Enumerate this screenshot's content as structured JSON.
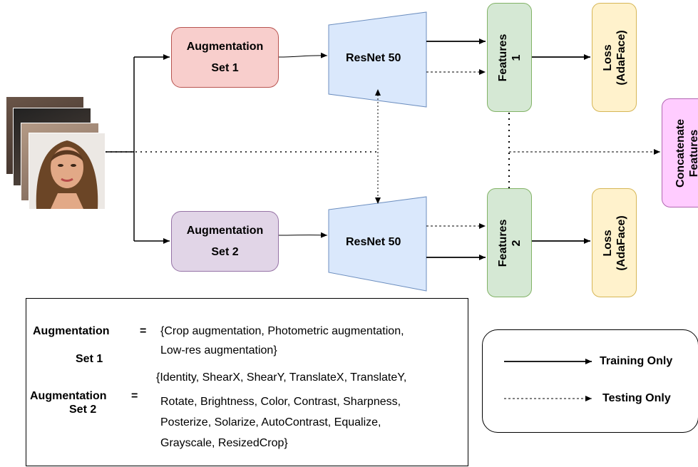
{
  "pipeline": {
    "aug1": {
      "line1": "Augmentation",
      "line2": "Set 1"
    },
    "aug2": {
      "line1": "Augmentation",
      "line2": "Set 2"
    },
    "resnet1": "ResNet 50",
    "resnet2": "ResNet 50",
    "features1": {
      "line1": "Features",
      "line2": "1"
    },
    "features2": {
      "line1": "Features",
      "line2": "2"
    },
    "loss1": {
      "line1": "Loss",
      "line2": "(AdaFace)"
    },
    "loss2": {
      "line1": "Loss",
      "line2": "(AdaFace)"
    },
    "concat": {
      "line1": "Concatenate",
      "line2": "Features"
    }
  },
  "definitions": {
    "set1": {
      "label_line1": "Augmentation",
      "label_line2": "Set 1",
      "equals": "=",
      "line1": "{Crop augmentation, Photometric augmentation,",
      "line2": "Low-res augmentation}"
    },
    "set2": {
      "label_line1": "Augmentation",
      "label_line2": "Set 2",
      "equals": "=",
      "line1": "{Identity, ShearX, ShearY, TranslateX, TranslateY,",
      "line2": "Rotate, Brightness, Color, Contrast, Sharpness,",
      "line3": "Posterize, Solarize, AutoContrast, Equalize,",
      "line4": "Grayscale, ResizedCrop}"
    }
  },
  "legend": {
    "solid": "Training Only",
    "dashed": "Testing Only"
  },
  "colors": {
    "aug1_fill": "#f8cecc",
    "aug2_fill": "#e1d5e7",
    "resnet_fill": "#dae8fc",
    "features_fill": "#d5e8d4",
    "loss_fill": "#fff2cc",
    "concat_fill": "#ffccff"
  }
}
